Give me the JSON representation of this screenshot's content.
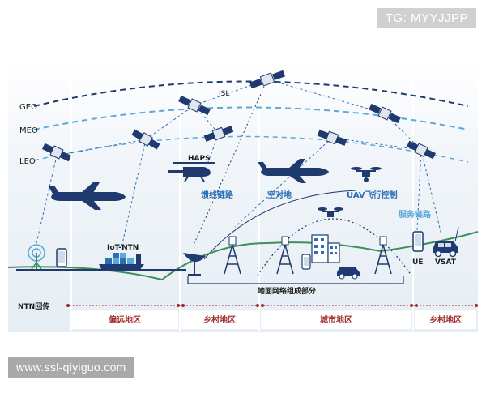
{
  "watermark_top": "TG: MYYJJPP",
  "watermark_bottom": "www.ssl-qiyiguo.com",
  "orbits": {
    "geo": "GEO",
    "meo": "MEO",
    "leo": "LEO"
  },
  "labels": {
    "isl": "ISL",
    "haps": "HAPS",
    "feeder_link": "馈线链路",
    "air_to_ground": "空对地",
    "uav_control": "UAV飞行控制",
    "service_link": "服务链路",
    "iot_ntn": "IoT-NTN",
    "ue": "UE",
    "vsat": "VSAT",
    "ground_network": "地面网络组成部分",
    "ntn_backhaul": "NTN回传"
  },
  "regions": [
    {
      "label": "偏远地区"
    },
    {
      "label": "乡村地区"
    },
    {
      "label": "城市地区"
    },
    {
      "label": "乡村地区"
    }
  ],
  "colors": {
    "navy": "#1f3a6e",
    "blue": "#2d6fb5",
    "light_blue": "#5aa9dc",
    "green": "#3e8e5a",
    "red": "#a02a2a",
    "panel": "#eef3f8"
  }
}
